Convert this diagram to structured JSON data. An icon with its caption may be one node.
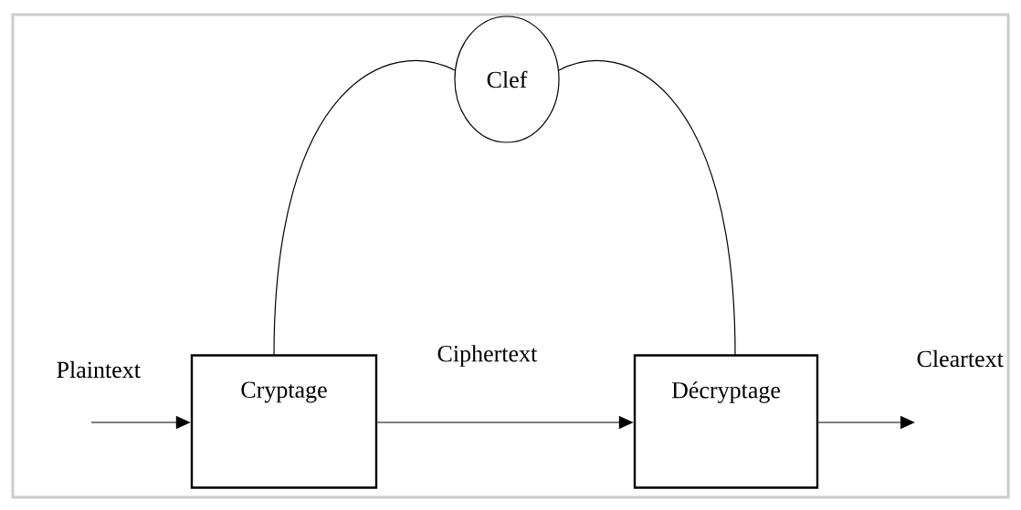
{
  "diagram": {
    "nodes": [
      {
        "text": [
          "Clef"
        ]
      },
      {
        "text": [
          "Cryptage"
        ]
      },
      {
        "text": [
          "Décryptage"
        ]
      }
    ],
    "edges": [
      {
        "from": null,
        "to": 1,
        "arrow": "to",
        "label": "Plaintext"
      },
      {
        "from": 1,
        "to": 2,
        "arrow": "to",
        "label": "Ciphertext"
      },
      {
        "from": 2,
        "to": null,
        "arrow": "to",
        "label": "Cleartext"
      },
      {
        "from": 0,
        "to": 1,
        "arrow": "none"
      },
      {
        "from": 0,
        "to": 2,
        "arrow": "none"
      }
    ]
  }
}
